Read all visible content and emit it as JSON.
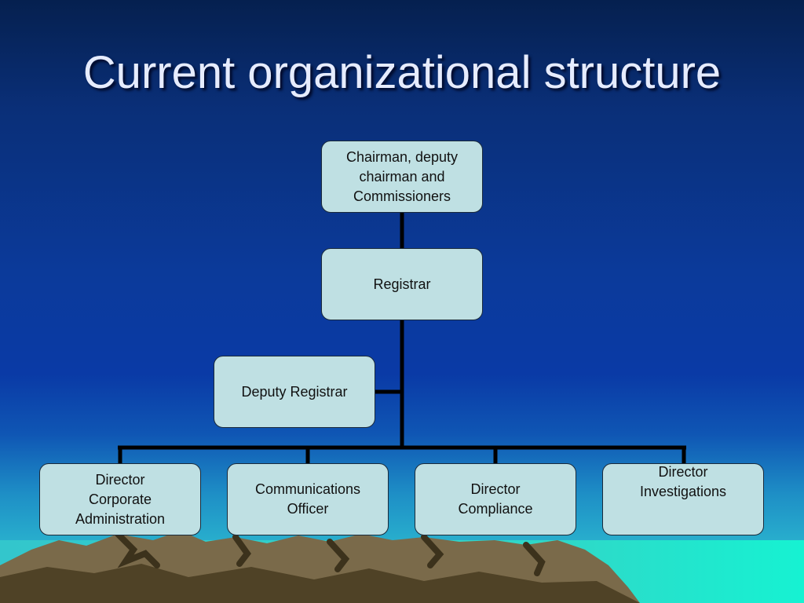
{
  "title": "Current organizational structure",
  "nodes": {
    "chairman": "Chairman, deputy\nchairman and\nCommissioners",
    "registrar": "Registrar",
    "deputy_registrar": "Deputy Registrar",
    "director_corporate_administration": "Director\nCorporate\nAdministration",
    "communications_officer": "Communications\nOfficer",
    "director_compliance": "Director\nCompliance",
    "director_investigations": "Director\nInvestigations"
  },
  "colors": {
    "node_fill": "#bfe0e3",
    "connector": "#000000",
    "title_text": "#e6ecff"
  }
}
